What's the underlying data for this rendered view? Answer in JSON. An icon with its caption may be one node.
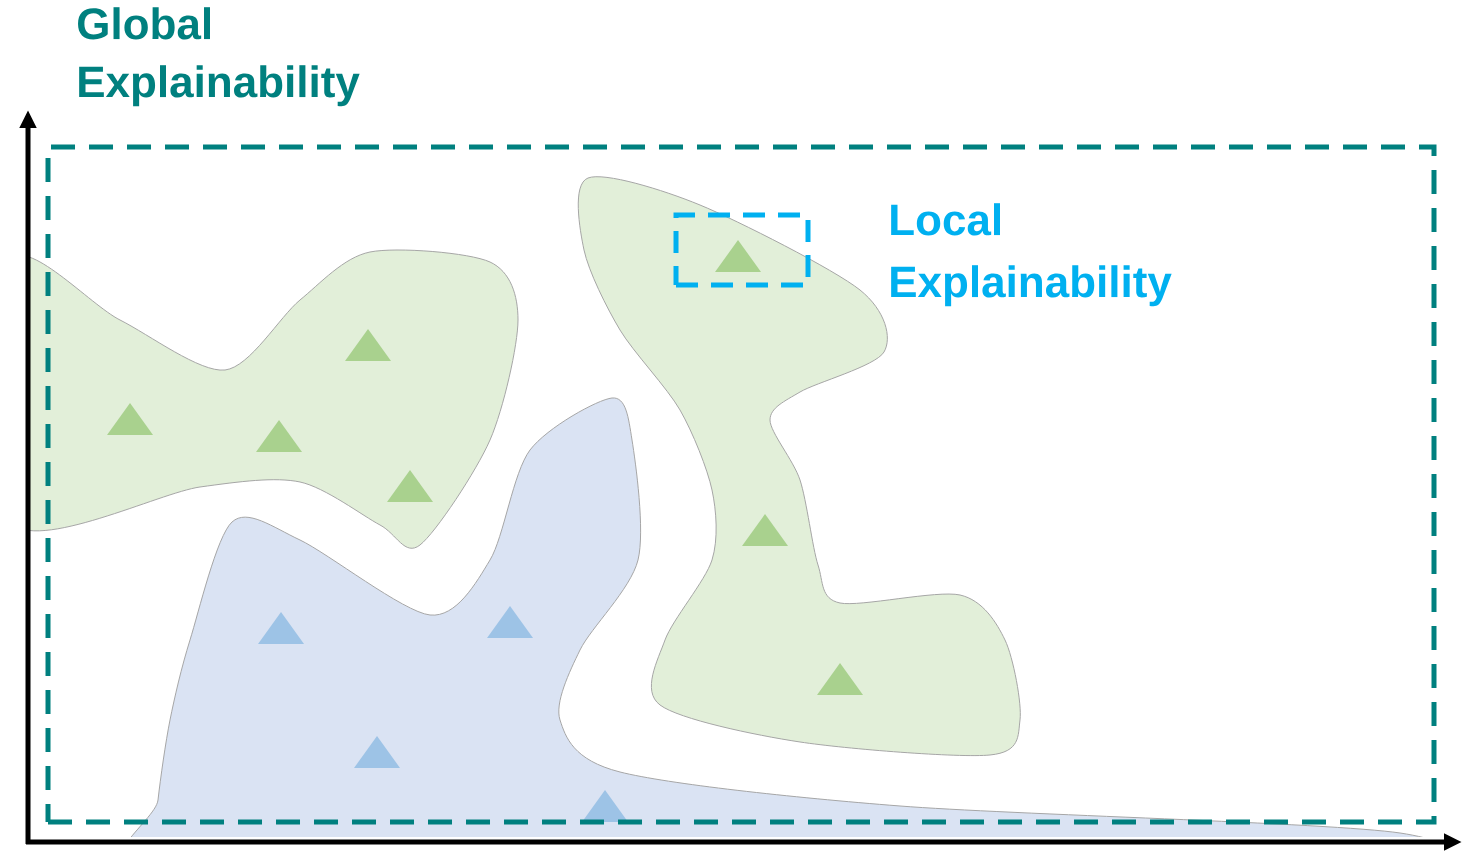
{
  "diagram": {
    "nodes": [
      {
        "text": [
          "Global Explainability"
        ]
      },
      {
        "text": [],
        "shape": "box",
        "beside": [
          "Local Explainability"
        ],
        "in": 0
      }
    ]
  }
}
